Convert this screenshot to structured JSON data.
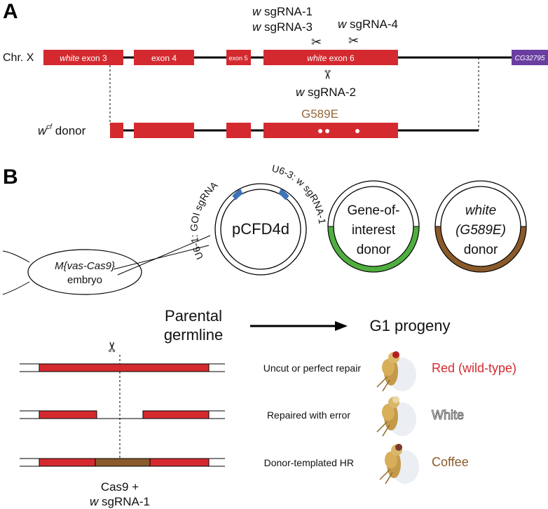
{
  "panel_a": {
    "letter": "A",
    "chromosome_label": "Chr. X",
    "exon_labels": {
      "exon3_italic": "white",
      "exon3_rest": " exon 3",
      "exon4": "exon 4",
      "exon5": "exon 5",
      "exon6_italic": "white",
      "exon6_rest": " exon 6",
      "neighbor_gene": "CG32795"
    },
    "sgrnas": {
      "sg1_italic": "w",
      "sg1_rest": " sgRNA-1",
      "sg3_italic": "w",
      "sg3_rest": " sgRNA-3",
      "sg4_italic": "w",
      "sg4_rest": " sgRNA-4",
      "sg2_italic": "w",
      "sg2_rest": " sgRNA-2"
    },
    "donor_label_w": "w",
    "donor_label_sup": "cf",
    "donor_label_rest": " donor",
    "mutation_label": "G589E"
  },
  "panel_b": {
    "letter": "B",
    "embryo_italic": "M{vas-Cas9}",
    "embryo_text": "embryo",
    "plasmid1_name": "pCFD4d",
    "plasmid1_left_arc_label": "U6-1: GOI sgRNA",
    "plasmid1_right_arc_label": "U6-3: w sgRNA-1",
    "plasmid2_line1": "Gene-of-",
    "plasmid2_line2": "interest",
    "plasmid2_line3": "donor",
    "plasmid3_line1": "white",
    "plasmid3_line2": "(G589E)",
    "plasmid3_line3": "donor",
    "parental_line1": "Parental",
    "parental_line2": "germline",
    "g1_progeny": "G1 progeny",
    "outcomes": [
      {
        "desc": "Uncut or perfect repair",
        "result": "Red (wild-type)"
      },
      {
        "desc": "Repaired with error",
        "result": "White"
      },
      {
        "desc": "Donor-templated HR",
        "result": "Coffee"
      }
    ],
    "cas9_line1": "Cas9 +",
    "cas9_line2_italic": "w",
    "cas9_line2_rest": " sgRNA-1"
  },
  "colors": {
    "exon_red": "#d42a2f",
    "neighbor_purple": "#6a3ea1",
    "mutation_brown": "#94673a",
    "coffee_brown": "#8a5a2b",
    "green_donor": "#4fae3f",
    "blue_sgrna": "#3d73b8",
    "red_result": "#d42a2f"
  }
}
